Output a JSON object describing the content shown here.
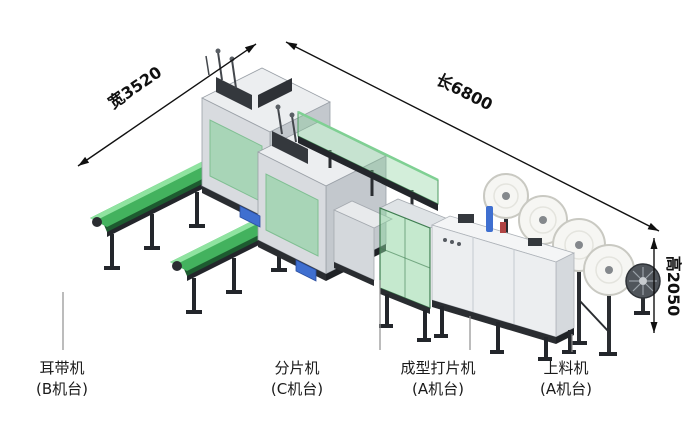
{
  "dimensions": {
    "width_label": "宽3520",
    "length_label": "长6800",
    "height_label": "高2050"
  },
  "machines": [
    {
      "name": "耳带机",
      "station": "(B机台)"
    },
    {
      "name": "分片机",
      "station": "(C机台)"
    },
    {
      "name": "成型打片机",
      "station": "(A机台)"
    },
    {
      "name": "上料机",
      "station": "(A机台)"
    }
  ],
  "colors": {
    "conveyor_green": "#43b25e",
    "glass_green": "#8cd49e",
    "frame_dark": "#23262b",
    "machine_gray": "#eceef0",
    "roll_white": "#f6f6f3",
    "accent_blue": "#3f6fd0"
  }
}
